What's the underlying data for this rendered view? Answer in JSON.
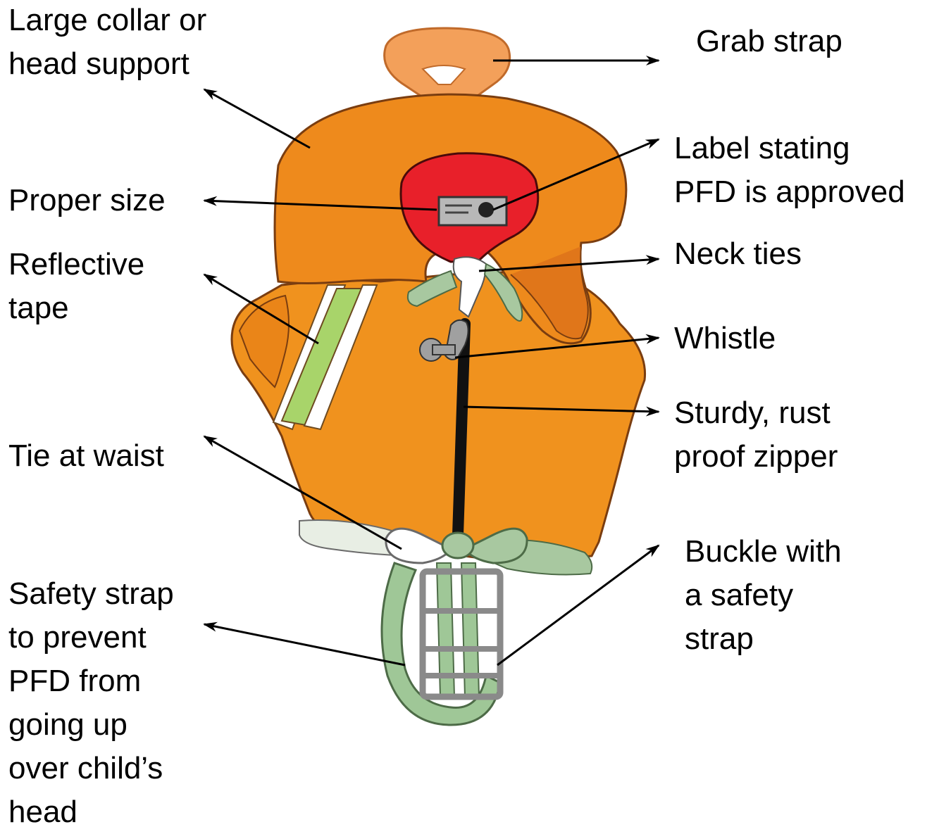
{
  "figure": {
    "subject": "Child personal flotation device (PFD) / life jacket",
    "colors": {
      "vest": "#f0921e",
      "vest_dark": "#e0761a",
      "collar": "#ee8a1c",
      "label_patch": "#e8202a",
      "straps": "#9fc797",
      "strap_dark": "#6f9a68",
      "tape": "#a8d46a",
      "buckle": "#c8c8c8",
      "grab_strap": "#f3a05a",
      "zipper": "#111111"
    }
  },
  "labels": {
    "collar": [
      "Large collar or",
      "head  support"
    ],
    "grab_strap": [
      "Grab strap"
    ],
    "proper_size": [
      "Proper size"
    ],
    "label_stating": [
      "Label stating",
      "PFD is approved"
    ],
    "reflective_tape": [
      "Reflective",
      "tape"
    ],
    "neck_ties": [
      "Neck ties"
    ],
    "whistle": [
      "Whistle"
    ],
    "zipper": [
      "Sturdy, rust",
      "proof zipper"
    ],
    "tie_waist": [
      "Tie at waist"
    ],
    "buckle": [
      "Buckle with",
      "a safety",
      "strap"
    ],
    "safety_strap": [
      "Safety strap",
      "to prevent",
      "PFD from",
      "going up",
      "over child’s",
      "head"
    ]
  }
}
